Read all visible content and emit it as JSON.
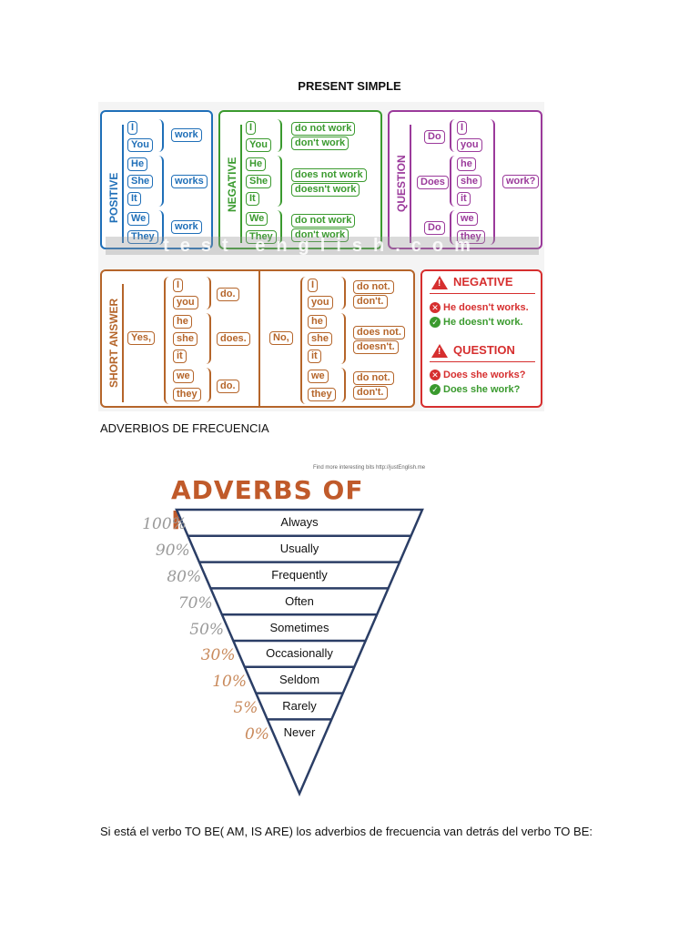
{
  "page": {
    "title": "PRESENT SIMPLE",
    "adverbs_heading": "ADVERBIOS DE FRECUENCIA",
    "note": "Si está el verbo TO BE( AM, IS ARE) los adverbios de frecuencia van detrás del verbo TO BE:"
  },
  "present_simple": {
    "watermark": "test english.com",
    "positive": {
      "label": "POSITIVE",
      "subjects_1": [
        "I",
        "You"
      ],
      "verb_1": "work",
      "subjects_2": [
        "He",
        "She",
        "It"
      ],
      "verb_2": "works",
      "subjects_3": [
        "We",
        "They"
      ],
      "verb_3": "work"
    },
    "negative": {
      "label": "NEGATIVE",
      "subjects_1": [
        "I",
        "You"
      ],
      "verb_1": [
        "do not work",
        "don't work"
      ],
      "subjects_2": [
        "He",
        "She",
        "It"
      ],
      "verb_2": [
        "does not work",
        "doesn't work"
      ],
      "subjects_3": [
        "We",
        "They"
      ],
      "verb_3": [
        "do not work",
        "don't work"
      ]
    },
    "question": {
      "label": "QUESTION",
      "aux_1": "Do",
      "subjects_1": [
        "I",
        "you"
      ],
      "aux_2": "Does",
      "subjects_2": [
        "he",
        "she",
        "it"
      ],
      "aux_3": "Do",
      "subjects_3": [
        "we",
        "they"
      ],
      "verb": "work?"
    },
    "short_answer": {
      "label": "SHORT ANSWER",
      "yes": "Yes,",
      "no": "No,",
      "subjects_1": [
        "I",
        "you"
      ],
      "subjects_2": [
        "he",
        "she",
        "it"
      ],
      "subjects_3": [
        "we",
        "they"
      ],
      "yes_1": "do.",
      "yes_2": "does.",
      "yes_3": "do.",
      "no_1": [
        "do not.",
        "don't."
      ],
      "no_2": [
        "does not.",
        "doesn't."
      ],
      "no_3": [
        "do not.",
        "don't."
      ]
    },
    "rules": {
      "negative_title": "NEGATIVE",
      "negative_wrong": "He doesn't works.",
      "negative_right": "He doesn't work.",
      "question_title": "QUESTION",
      "question_wrong": "Does she works?",
      "question_right": "Does she work?",
      "wrong_icon": "x-icon",
      "right_icon": "check-icon",
      "warning_icon": "warning-icon"
    }
  },
  "adverbs": {
    "title": "ADVERBS OF FREQUENCY",
    "source": "Find more interesting bits http://justEnglish.me",
    "levels": [
      {
        "percent": "100%",
        "word": "Always",
        "color": "#9a9a9a"
      },
      {
        "percent": "90%",
        "word": "Usually",
        "color": "#9a9a9a"
      },
      {
        "percent": "80%",
        "word": "Frequently",
        "color": "#9a9a9a"
      },
      {
        "percent": "70%",
        "word": "Often",
        "color": "#9a9a9a"
      },
      {
        "percent": "50%",
        "word": "Sometimes",
        "color": "#9a9a9a"
      },
      {
        "percent": "30%",
        "word": "Occasionally",
        "color": "#c98a5c"
      },
      {
        "percent": "10%",
        "word": "Seldom",
        "color": "#c98a5c"
      },
      {
        "percent": "5%",
        "word": "Rarely",
        "color": "#c98a5c"
      },
      {
        "percent": "0%",
        "word": "Never",
        "color": "#c98a5c"
      }
    ]
  },
  "colors": {
    "positive": "#1f6fb8",
    "negative": "#3a9a2e",
    "question": "#9b3a9b",
    "short_answer": "#b5652a",
    "rules": "#d62f2f",
    "adverbs_title": "#c05a2a"
  }
}
